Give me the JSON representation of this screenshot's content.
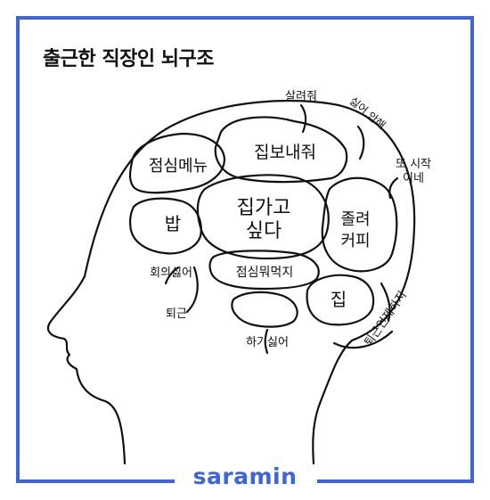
{
  "title": "출근한 직장인 뇌구조",
  "brand": "saramin",
  "colors": {
    "frame": "#3f63d8",
    "brand": "#3f63d8",
    "ink": "#111111"
  },
  "brain_regions": {
    "center_line1": "집가고",
    "center_line2": "싶다",
    "top": "집보내줘",
    "upper_left": "점심메뉴",
    "left": "밥",
    "right_line1": "졸려",
    "right_line2": "커피",
    "lower_mid": "점심뭐먹지",
    "lower_right": "집"
  },
  "annotations": {
    "save_me": "살려줘",
    "dont_want": "싫어 안해",
    "again_line1": "또 시작",
    "again_line2": "이네",
    "meeting": "회의싫어",
    "leave_work": "퇴근",
    "dont_want_do": "하기싫어",
    "when_leave": "퇴근언제하지"
  }
}
